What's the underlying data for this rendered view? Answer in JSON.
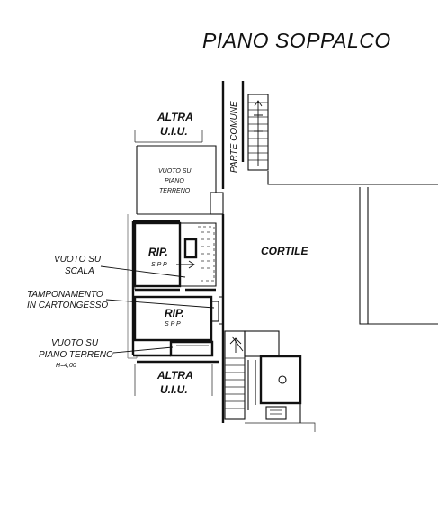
{
  "title": "PIANO SOPPALCO",
  "labels": {
    "altra_top_1": "ALTRA",
    "altra_top_2": "U.I.U.",
    "altra_bottom_1": "ALTRA",
    "altra_bottom_2": "U.I.U.",
    "parte_comune": "PARTE COMUNE",
    "vuoto_terreno_1": "VUOTO SU",
    "vuoto_terreno_2": "PIANO",
    "vuoto_terreno_3": "TERRENO",
    "cortile": "CORTILE",
    "rip1": "RIP.",
    "rip1_sub": "S P P",
    "rip2": "RIP.",
    "rip2_sub": "S P P",
    "note_scala_1": "VUOTO SU",
    "note_scala_2": "SCALA",
    "note_tamp_1": "TAMPONAMENTO",
    "note_tamp_2": "IN CARTONGESSO",
    "note_piano_1": "VUOTO SU",
    "note_piano_2": "PIANO TERRENO",
    "note_piano_3": "H=4,00"
  }
}
